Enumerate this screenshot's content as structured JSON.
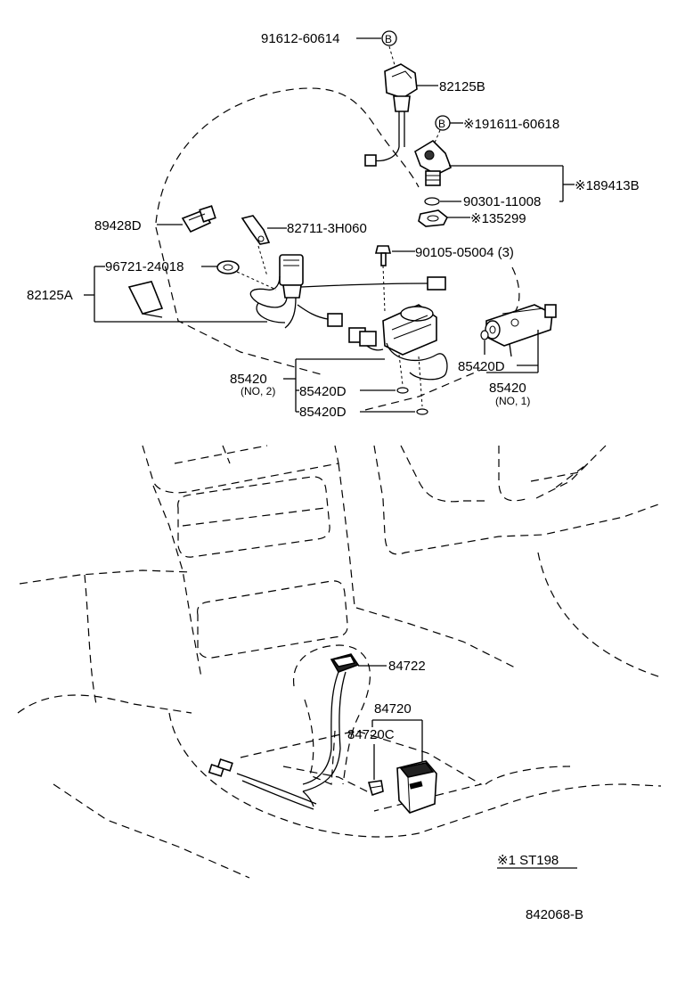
{
  "labels": {
    "p91612": "91612-60614",
    "p82125B": "82125B",
    "p191611": "※191611-60618",
    "p189413B": "※189413B",
    "p90301": "90301-11008",
    "p135299": "※135299",
    "p89428D": "89428D",
    "p82711": "82711-3H060",
    "p96721": "96721-24018",
    "p90105": "90105-05004 (3)",
    "p82125A": "82125A",
    "p85420_left": "85420",
    "p85420_left_sub": "(NO, 2)",
    "p85420D_a": "85420D",
    "p85420D_b": "85420D",
    "p85420D_right": "85420D",
    "p85420_right": "85420",
    "p85420_right_sub": "(NO, 1)",
    "p84722": "84722",
    "p84720": "84720",
    "p84720C": "84720C",
    "note": "※1 ST198",
    "figure_id": "842068-B",
    "callout_b1": "B",
    "callout_b2": "B"
  }
}
